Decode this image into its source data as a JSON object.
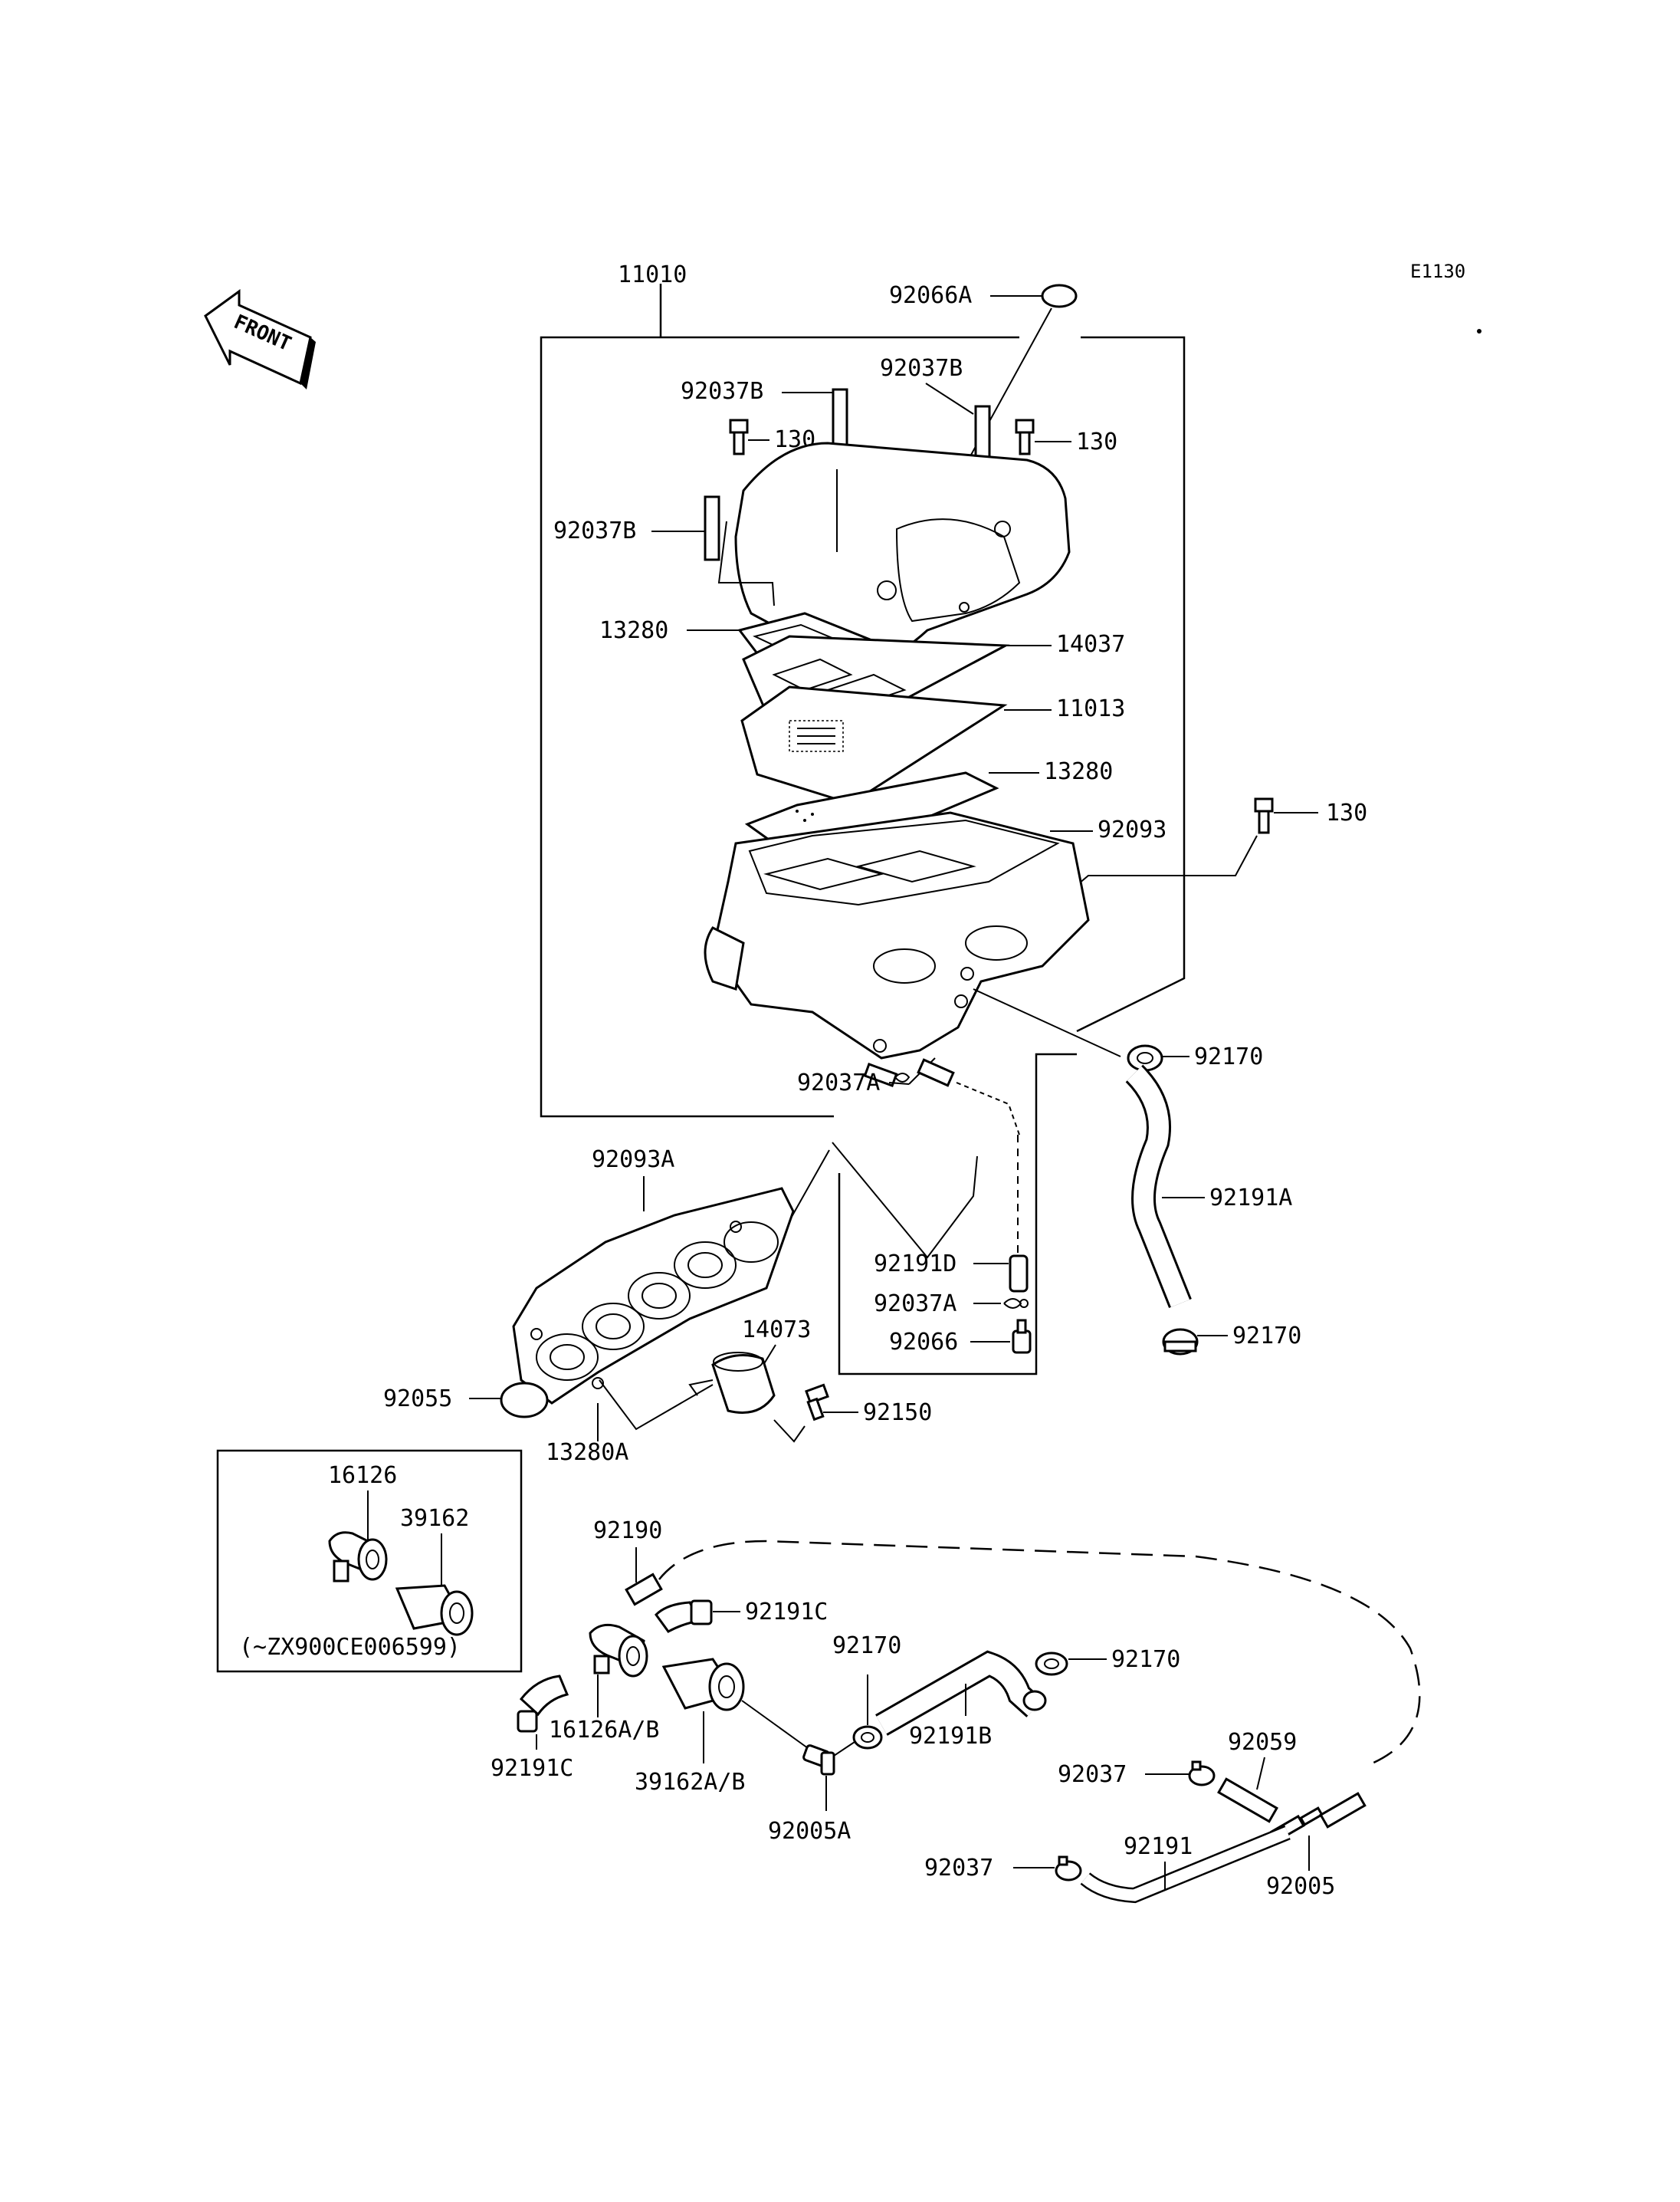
{
  "diagram": {
    "code": "E1130",
    "front_label": "FRONT",
    "labels": {
      "p11010": "11010",
      "p92066A": "92066A",
      "p92037B_1": "92037B",
      "p92037B_2": "92037B",
      "p92037B_3": "92037B",
      "p130_1": "130",
      "p130_2": "130",
      "p130_3": "130",
      "p13280_1": "13280",
      "p14037": "14037",
      "p11013": "11013",
      "p13280_2": "13280",
      "p92093": "92093",
      "p92170_1": "92170",
      "p92037A_1": "92037A",
      "p92191A": "92191A",
      "p92093A": "92093A",
      "p92191D": "92191D",
      "p92037A_2": "92037A",
      "p92066": "92066",
      "p92170_2": "92170",
      "p14073": "14073",
      "p92055": "92055",
      "p92150": "92150",
      "p13280A": "13280A",
      "p16126": "16126",
      "p39162": "39162",
      "inset_note": "(~ZX900CE006599)",
      "p92190": "92190",
      "p92191C_1": "92191C",
      "p92170_3": "92170",
      "p92170_4": "92170",
      "p92191C_2": "92191C",
      "p16126AB": "16126A/B",
      "p39162AB": "39162A/B",
      "p92191B": "92191B",
      "p92059": "92059",
      "p92037_1": "92037",
      "p92005A": "92005A",
      "p92191": "92191",
      "p92037_2": "92037",
      "p92005": "92005"
    }
  }
}
